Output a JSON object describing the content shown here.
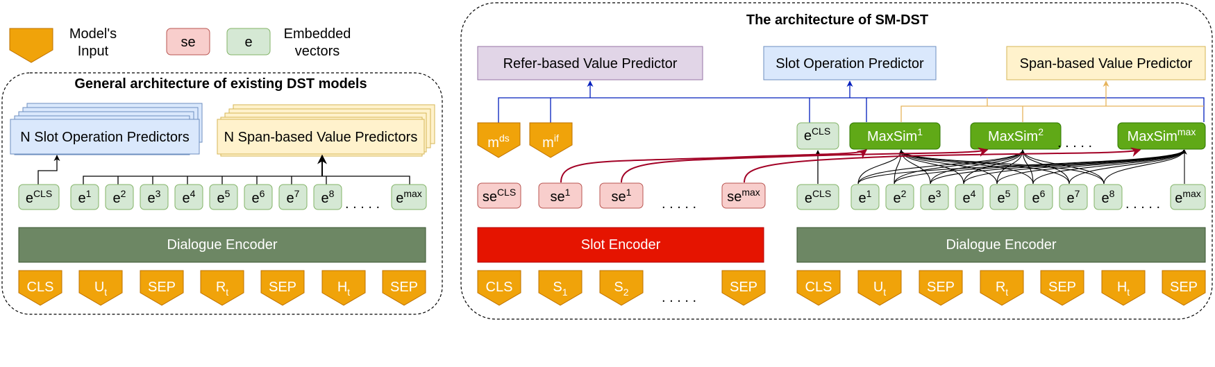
{
  "legend": {
    "model_input_1": "Model's",
    "model_input_2": "Input",
    "se": "se",
    "e": "e",
    "embedded_1": "Embedded",
    "embedded_2": "vectors"
  },
  "left_panel": {
    "title": "General architecture of existing DST models",
    "slot_op_predictors": "N Slot Operation Predictors",
    "span_value_predictors": "N Span-based Value Predictors",
    "dialogue_encoder": "Dialogue Encoder",
    "embeddings": [
      {
        "base": "e",
        "sup": "CLS"
      },
      {
        "base": "e",
        "sup": "1"
      },
      {
        "base": "e",
        "sup": "2"
      },
      {
        "base": "e",
        "sup": "3"
      },
      {
        "base": "e",
        "sup": "4"
      },
      {
        "base": "e",
        "sup": "5"
      },
      {
        "base": "e",
        "sup": "6"
      },
      {
        "base": "e",
        "sup": "7"
      },
      {
        "base": "e",
        "sup": "8"
      },
      {
        "base": "e",
        "sup": "max"
      }
    ],
    "ellipsis": ". . . . .",
    "inputs": [
      {
        "base": "CLS",
        "sub": ""
      },
      {
        "base": "U",
        "sub": "t"
      },
      {
        "base": "SEP",
        "sub": ""
      },
      {
        "base": "R",
        "sub": "t"
      },
      {
        "base": "SEP",
        "sub": ""
      },
      {
        "base": "H",
        "sub": "t"
      },
      {
        "base": "SEP",
        "sub": ""
      }
    ]
  },
  "right_panel": {
    "title": "The architecture of SM-DST",
    "refer_predictor": "Refer-based Value Predictor",
    "slot_op_predictor": "Slot Operation Predictor",
    "span_predictor": "Span-based Value Predictor",
    "m_ds": {
      "base": "m",
      "sup": "ds"
    },
    "m_if": {
      "base": "m",
      "sup": "if"
    },
    "e_cls_top": {
      "base": "e",
      "sup": "CLS"
    },
    "maxsim": [
      {
        "base": "MaxSim",
        "sup": "1"
      },
      {
        "base": "MaxSim",
        "sup": "2"
      },
      {
        "base": "MaxSim",
        "sup": "max"
      }
    ],
    "ellipsis": ". . . . .",
    "slot_embeddings": [
      {
        "base": "se",
        "sup": "CLS"
      },
      {
        "base": "se",
        "sup": "1"
      },
      {
        "base": "se",
        "sup": "1"
      },
      {
        "base": "se",
        "sup": "max"
      }
    ],
    "dialogue_embeddings": [
      {
        "base": "e",
        "sup": "CLS"
      },
      {
        "base": "e",
        "sup": "1"
      },
      {
        "base": "e",
        "sup": "2"
      },
      {
        "base": "e",
        "sup": "3"
      },
      {
        "base": "e",
        "sup": "4"
      },
      {
        "base": "e",
        "sup": "5"
      },
      {
        "base": "e",
        "sup": "6"
      },
      {
        "base": "e",
        "sup": "7"
      },
      {
        "base": "e",
        "sup": "8"
      },
      {
        "base": "e",
        "sup": "max"
      }
    ],
    "slot_encoder": "Slot Encoder",
    "dialogue_encoder": "Dialogue Encoder",
    "slot_inputs": [
      {
        "base": "CLS",
        "sub": ""
      },
      {
        "base": "S",
        "sub": "1"
      },
      {
        "base": "S",
        "sub": "2"
      },
      {
        "base": "SEP",
        "sub": ""
      }
    ],
    "dialogue_inputs": [
      {
        "base": "CLS",
        "sub": ""
      },
      {
        "base": "U",
        "sub": "t"
      },
      {
        "base": "SEP",
        "sub": ""
      },
      {
        "base": "R",
        "sub": "t"
      },
      {
        "base": "SEP",
        "sub": ""
      },
      {
        "base": "H",
        "sub": "t"
      },
      {
        "base": "SEP",
        "sub": ""
      }
    ]
  },
  "colors": {
    "input_orange": "#f0a30a",
    "embed_green_fill": "#d5e8d4",
    "embed_green_stroke": "#82b366",
    "se_pink_fill": "#f8cecc",
    "se_pink_stroke": "#b85450",
    "encoder_green": "#6d8764",
    "slot_encoder_red": "#e51400",
    "maxsim_green": "#60a917",
    "blue_fill": "#dae8fc",
    "blue_stroke": "#6c8ebf",
    "yellow_fill": "#fff2cc",
    "yellow_stroke": "#d6b656",
    "purple_fill": "#e1d5e7",
    "purple_stroke": "#9673a6",
    "line_blue": "#001dbc",
    "line_red": "#a20025",
    "line_gold": "#e6b35a"
  }
}
